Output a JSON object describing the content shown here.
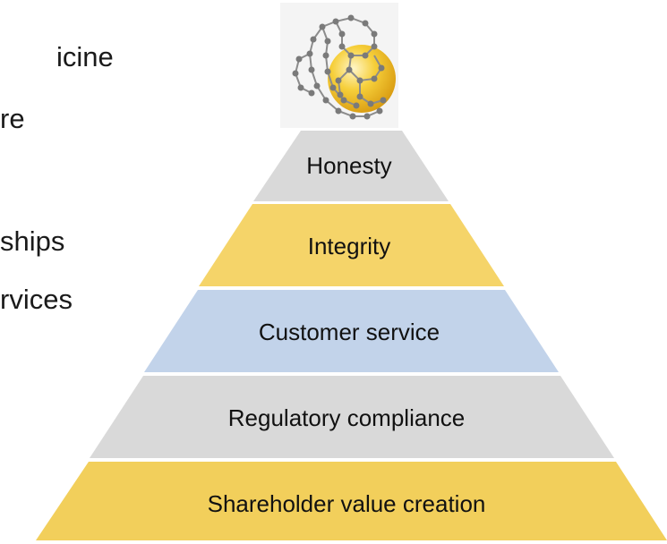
{
  "left_text": {
    "line1": "icine",
    "line2": "re",
    "line3": "ships",
    "line4": "rvices"
  },
  "logo": {
    "icon": "molecule-sphere-icon",
    "colors": {
      "sphere": "#f2c02a",
      "network": "#8a8a8a"
    }
  },
  "pyramid": {
    "tiers": [
      {
        "label": "Honesty",
        "color": "#d9d9d9"
      },
      {
        "label": "Integrity",
        "color": "#f5d469"
      },
      {
        "label": "Customer service",
        "color": "#c2d3ea"
      },
      {
        "label": "Regulatory compliance",
        "color": "#d9d9d9"
      },
      {
        "label": "Shareholder value creation",
        "color": "#f2cf5b"
      }
    ]
  }
}
